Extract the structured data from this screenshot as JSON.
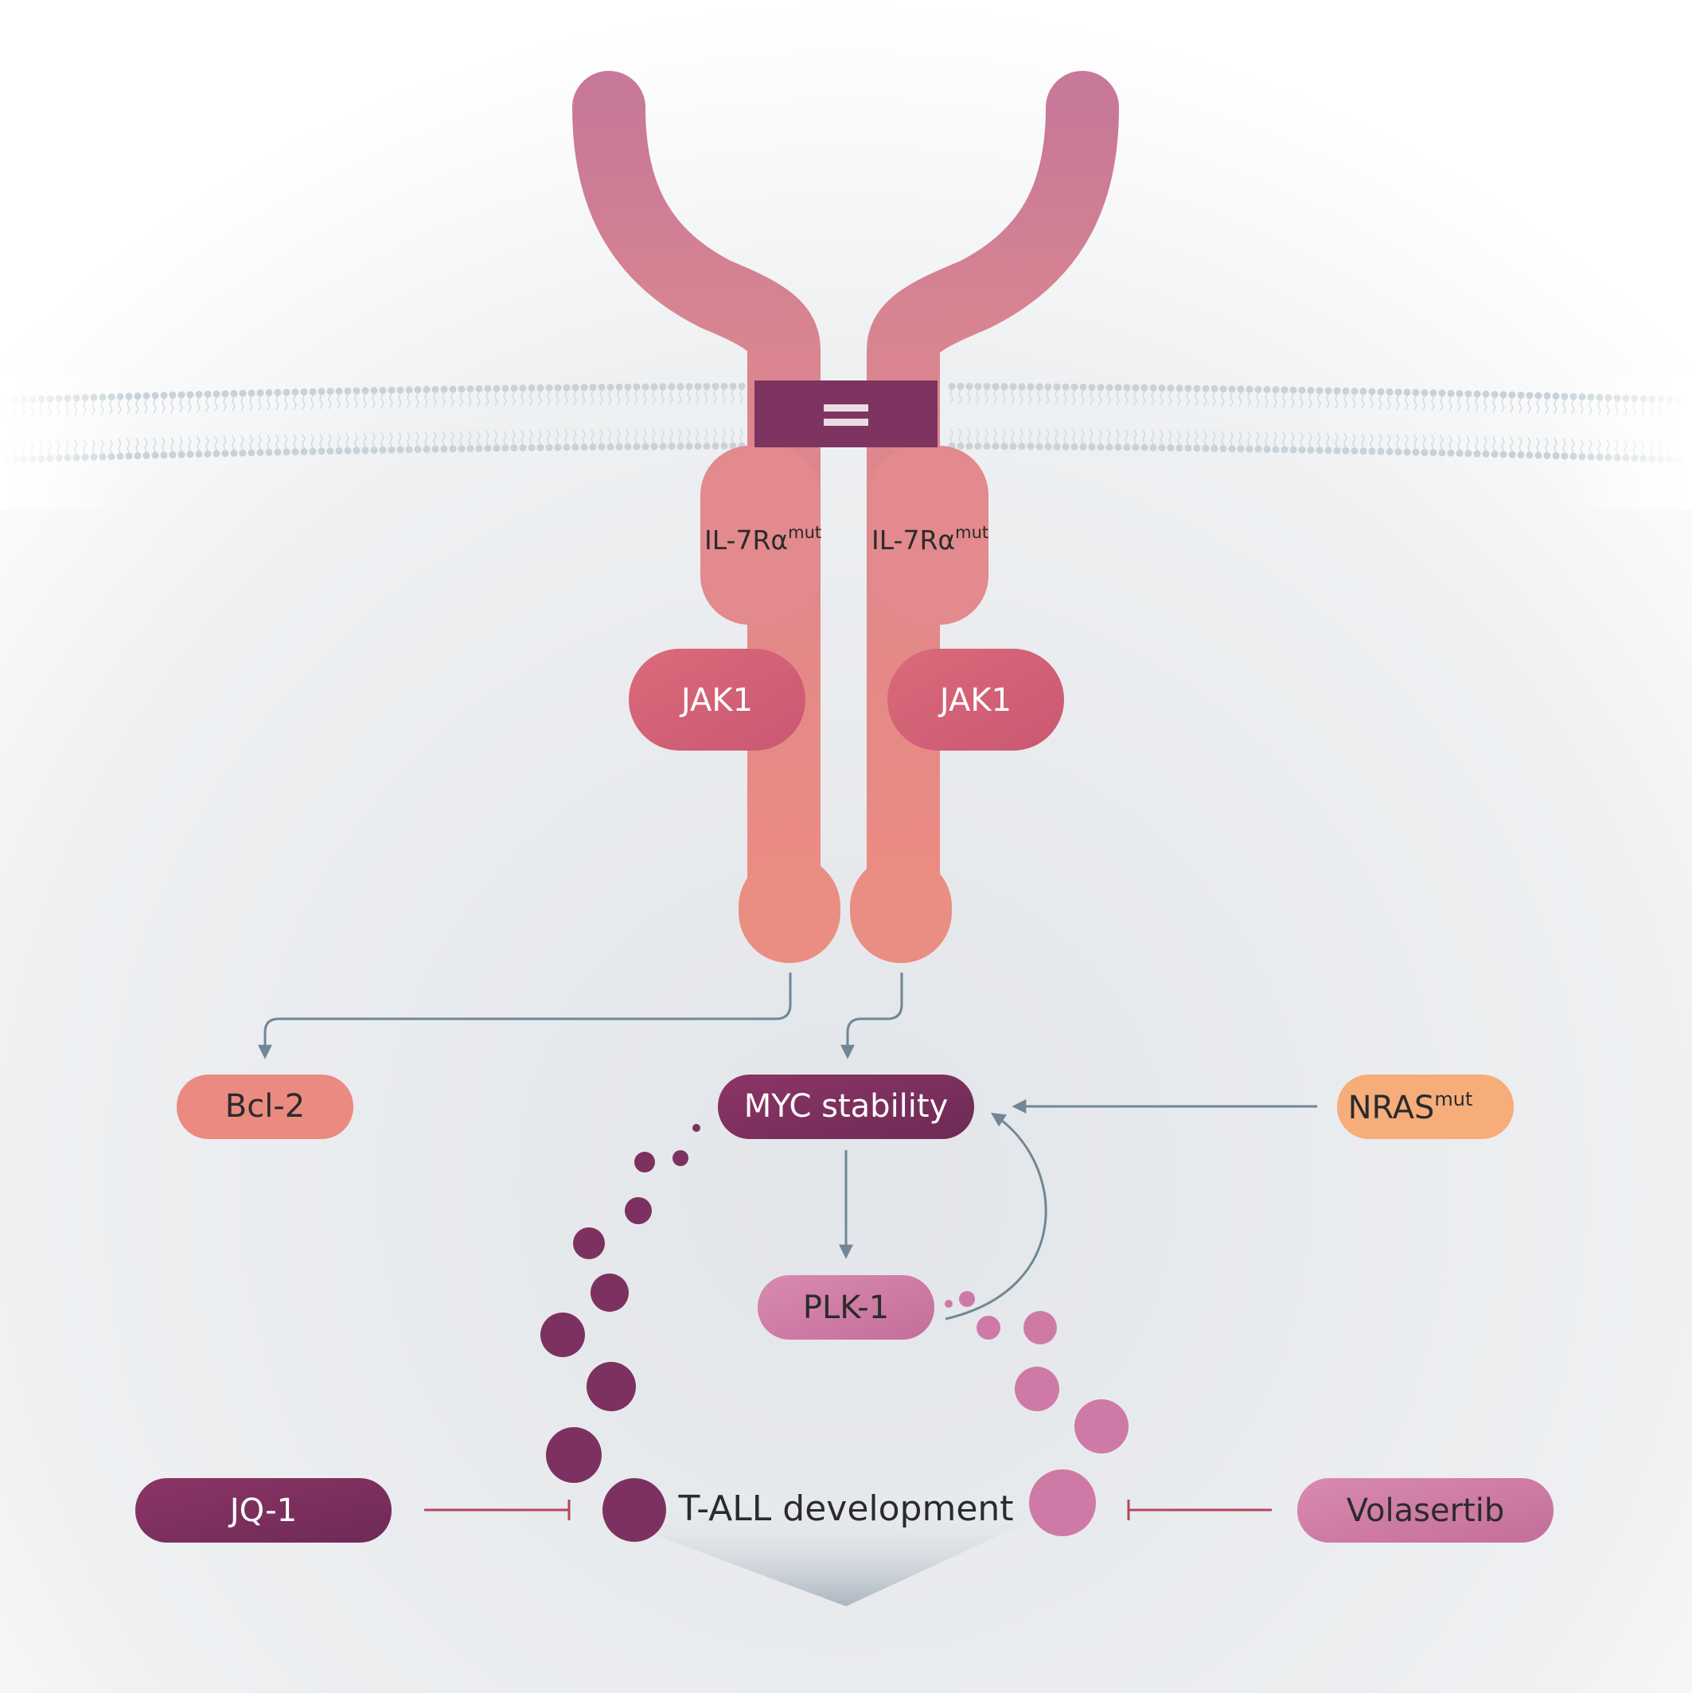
{
  "receptor": {
    "left_label": "IL-7Rα",
    "left_sup": "mut",
    "right_label": "IL-7Rα",
    "right_sup": "mut",
    "left_kinase": "JAK1",
    "right_kinase": "JAK1"
  },
  "nodes": {
    "bcl2": "Bcl-2",
    "myc": "MYC stability",
    "nras": "NRAS",
    "nras_sup": "mut",
    "plk1": "PLK-1",
    "tall": "T-ALL development",
    "jq1": "JQ-1",
    "volasertib": "Volasertib"
  },
  "colors": {
    "receptor": "#e6888a",
    "receptor_top": "#c87898",
    "membrane_block": "#7e3460",
    "jak": "#d2637a",
    "bcl2": "#eb8a80",
    "myc": "#7b2f5c",
    "nras": "#f6ad7a",
    "plk1": "#cf7ca4",
    "jq1": "#7b2f5c",
    "volasertib": "#cf7ca4",
    "arrow": "#6f8796",
    "inhibit": "#b4475b",
    "dot_dark": "#7d3160",
    "dot_light": "#cf7aa6"
  }
}
